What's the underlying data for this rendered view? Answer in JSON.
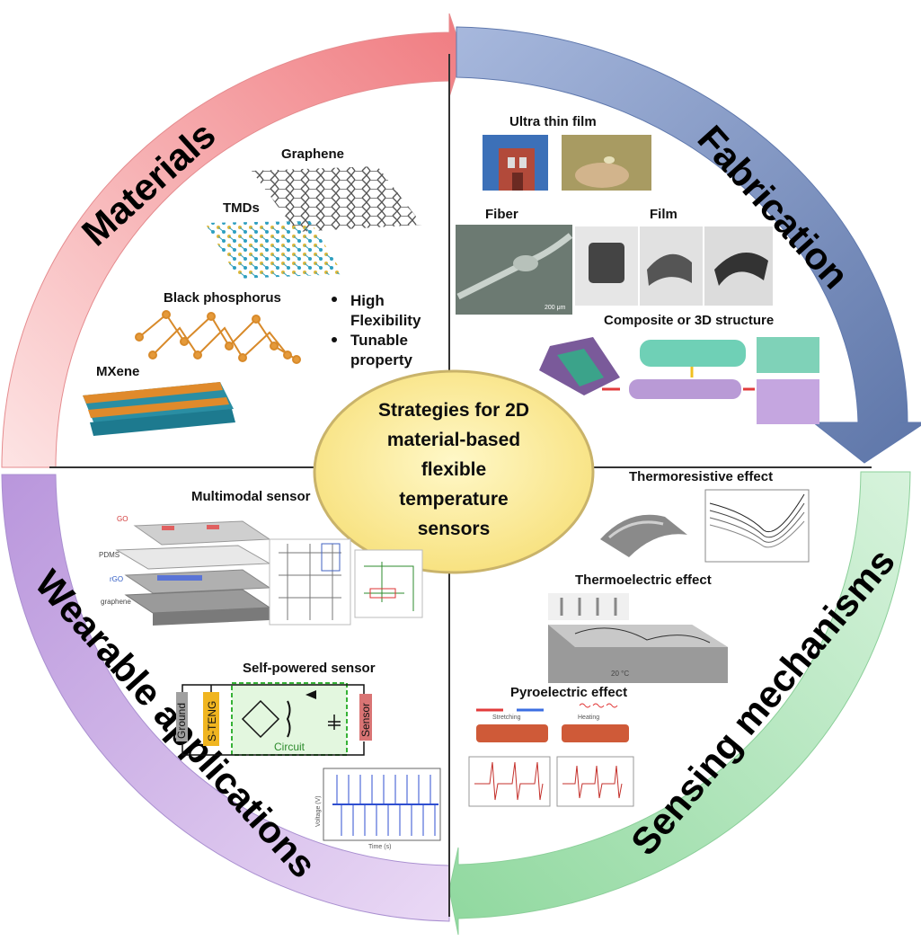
{
  "arcs": {
    "materials": "Materials",
    "fabrication": "Fabrication",
    "sensing": "Sensing mechanisms",
    "wearable": "Wearable applications"
  },
  "center": {
    "line1": "Strategies for 2D",
    "line2": "material-based",
    "line3": "flexible",
    "line4": "temperature",
    "line5": "sensors"
  },
  "materials": {
    "graphene": "Graphene",
    "tmds": "TMDs",
    "black_phosphorus": "Black phosphorus",
    "mxene": "MXene",
    "bullet1_a": "High",
    "bullet1_b": "Flexibility",
    "bullet2_a": "Tunable",
    "bullet2_b": "property"
  },
  "fabrication": {
    "ultra_thin_film": "Ultra thin film",
    "fiber": "Fiber",
    "film": "Film",
    "composite": "Composite or 3D structure",
    "scale_bar": "200 μm"
  },
  "sensing": {
    "thermoresistive": "Thermoresistive effect",
    "thermoelectric": "Thermoelectric effect",
    "pyroelectric": "Pyroelectric effect",
    "temp_label": "20 °C",
    "stretching": "Stretching",
    "heating": "Heating"
  },
  "wearable": {
    "multimodal": "Multimodal sensor",
    "go": "GO",
    "pdms": "PDMS",
    "rgo": "rGO",
    "graphene": "graphene",
    "self_powered": "Self-powered sensor",
    "ground": "Ground",
    "steng": "S-TENG",
    "circuit": "Circuit",
    "sensor": "Sensor",
    "time_axis": "Time (s)",
    "voltage_axis": "Voltage (V)"
  },
  "colors": {
    "materials_arc": "#f4a6a8",
    "fabrication_arc": "#7f95c4",
    "sensing_arc": "#a9e3b4",
    "wearable_arc": "#c6a9e0",
    "center_fill": "#fbef9a"
  }
}
